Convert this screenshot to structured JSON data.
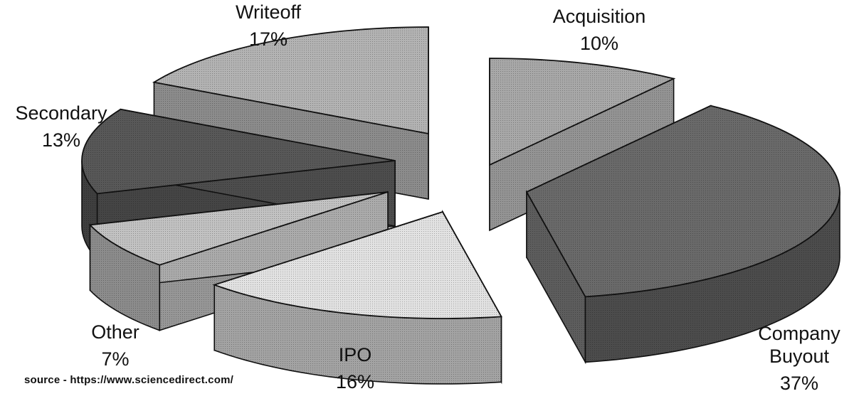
{
  "chart_data": {
    "type": "pie",
    "style": "3d-exploded",
    "slices": [
      {
        "label": "Acquisition",
        "value": 10,
        "pct_label": "10%",
        "color": "#a8a8a8"
      },
      {
        "label": "Company\nBuyout",
        "value": 37,
        "pct_label": "37%",
        "color": "#6a6a6a"
      },
      {
        "label": "IPO",
        "value": 16,
        "pct_label": "16%",
        "color": "#e2e2e2"
      },
      {
        "label": "Other",
        "value": 7,
        "pct_label": "7%",
        "color": "#c2c2c2"
      },
      {
        "label": "Secondary",
        "value": 13,
        "pct_label": "13%",
        "color": "#585858"
      },
      {
        "label": "Writeoff",
        "value": 17,
        "pct_label": "17%",
        "color": "#b3b3b3"
      }
    ]
  },
  "source_note": "source - https://www.sciencedirect.com/"
}
